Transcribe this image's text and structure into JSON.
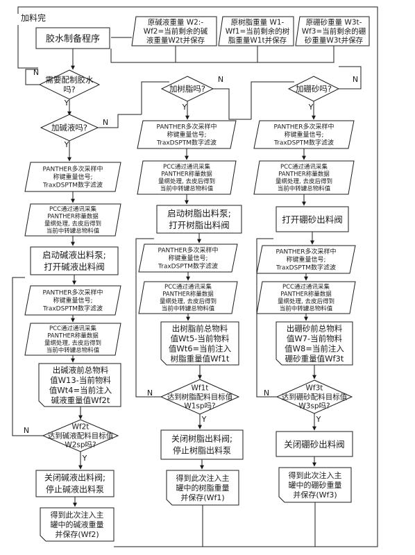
{
  "start_label": "加料完",
  "yes": "Y",
  "no": "N",
  "program": "胶水制备程序",
  "need_glue": [
    "需要配制胶水",
    "吗?"
  ],
  "add_alkali_q": "加碱液吗?",
  "add_resin_q": "加树脂吗?",
  "add_borax_q": "加硼砂吗?",
  "top_alkali": [
    "原碱液重量 W2:-",
    "Wf2=当前剩余的碱",
    "液重量W2t并保存"
  ],
  "top_resin": [
    "原树脂重量 W1-",
    "Wf1=当前剩余的树",
    "脂重量W1t并保存"
  ],
  "top_borax": [
    "原硼砂重量 W3t-",
    "Wf3=当前剩余的硼",
    "砂重量W3t并保存"
  ],
  "panther": [
    "PANTHER多次采样中",
    "称键重量信号;",
    "TraxDSPTM数字滤波"
  ],
  "plc": [
    "PCC通过通讯采集",
    "PANTHER称量数据",
    "量纲处理, 去皮后得到",
    "当前中转罐总物料值"
  ],
  "alkali_start": [
    "启动碱液出料泵;",
    "打开碱液出料阀"
  ],
  "resin_start": [
    "启动树脂出料泵;",
    "打开树脂出料阀"
  ],
  "borax_open": "打开硼砂出料阀",
  "alkali_calc": [
    "出碱液前总物料",
    "值W13-当前物料",
    "值Wt4=当前注入",
    "碱液重量值Wf2t"
  ],
  "resin_calc": [
    "出树脂前总物料",
    "值Wt5-当前物料",
    "值Wt6=当前注入",
    "树脂重量值Wf1t"
  ],
  "borax_calc": [
    "出硼砂前总物料",
    "值W7-当前物料",
    "值W8=当前注入",
    "硼砂重量值Wf3t"
  ],
  "alkali_check": [
    "Wf2t",
    "达到碱液配料目标值",
    "W2sp吗?"
  ],
  "resin_check": [
    "Wf1t",
    "达到树脂配料目标值",
    "W1sp吗?"
  ],
  "borax_check": [
    "Wf3t",
    "达到硼砂配料目标值",
    "W3sp吗?"
  ],
  "alkali_stop": [
    "关闭碱液出料阀;",
    "停止碱液出料泵"
  ],
  "resin_stop": [
    "关闭树脂出料阀;",
    "停止树脂出料泵"
  ],
  "borax_stop": "关闭硼砂出料阀",
  "alkali_result": [
    "得到此次注入主",
    "罐中的碱液重量",
    "并保存(Wf2)"
  ],
  "resin_result": [
    "得到此次注入主",
    "罐中的树脂重量",
    "并保存(Wf1)"
  ],
  "borax_result": [
    "得到此次注入主",
    "罐中的硼砂重量",
    "并保存(Wf3)"
  ]
}
